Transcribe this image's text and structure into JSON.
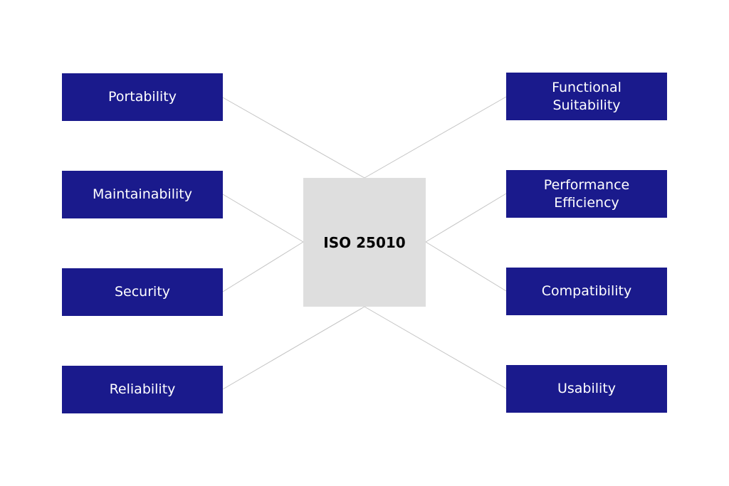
{
  "colors": {
    "box_fill": "#1a1a8c",
    "center_fill": "#dedede",
    "connector": "#c4c4c4",
    "box_text": "#ffffff",
    "center_text": "#000000"
  },
  "center": {
    "label": "ISO 25010"
  },
  "left_nodes": [
    {
      "label": "Portability"
    },
    {
      "label": "Maintainability"
    },
    {
      "label": "Security"
    },
    {
      "label": "Reliability"
    }
  ],
  "right_nodes": [
    {
      "label": "Functional\nSuitability"
    },
    {
      "label": "Performance\nEfficiency"
    },
    {
      "label": "Compatibility"
    },
    {
      "label": "Usability"
    }
  ]
}
